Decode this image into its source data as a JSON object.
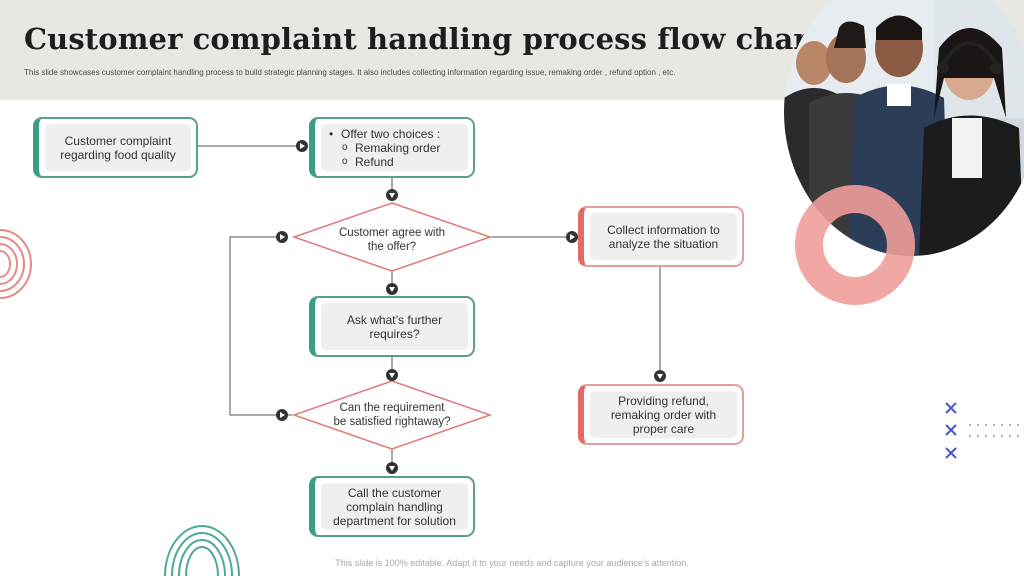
{
  "slide": {
    "title": "Customer complaint handling process flow chart",
    "subtitle": "This slide showcases customer complaint handling process to build strategic planning stages. It also includes collecting information regarding issue, remaking order , refund option , etc.",
    "footer": "This slide is 100% editable. Adapt it to your needs and capture your audience’s attention."
  },
  "flow": {
    "complaint": {
      "line1": "Customer complaint",
      "line2": "regarding food quality"
    },
    "offer": {
      "bullet": "Offer two choices :",
      "sub1": "Remaking order",
      "sub2": "Refund"
    },
    "agree": {
      "line1": "Customer agree with",
      "line2": "the offer?"
    },
    "collect": {
      "line1": "Collect information to",
      "line2": "analyze the situation"
    },
    "ask": {
      "line1": "Ask what’s further",
      "line2": "requires?"
    },
    "satisfied": {
      "line1": "Can the requirement",
      "line2": "be satisfied rightaway?"
    },
    "refund": {
      "line1": "Providing refund,",
      "line2": "remaking order with",
      "line3": "proper care"
    },
    "call": {
      "line1": "Call the customer",
      "line2": "complain handling",
      "line3": "department for solution"
    }
  },
  "colors": {
    "teal": "#3a9e87",
    "red": "#e56a66",
    "diamond": "#e07a76",
    "header_bg": "#e9e7e2",
    "accent_blue": "#4a56c8"
  }
}
